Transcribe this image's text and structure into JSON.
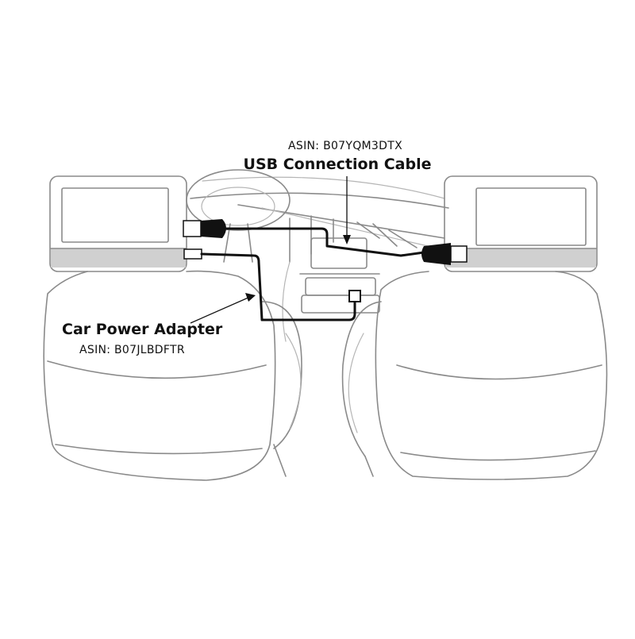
{
  "usb_cable": {
    "asin": "ASIN: B07YQM3DTX",
    "title": "USB Connection Cable"
  },
  "power_adapter": {
    "title": "Car Power Adapter",
    "asin": "ASIN: B07JLBDFTR"
  },
  "colors": {
    "outline": "#8a8a8a",
    "cable": "#111111",
    "screen_band": "#d0d0d0",
    "background": "#ffffff"
  }
}
